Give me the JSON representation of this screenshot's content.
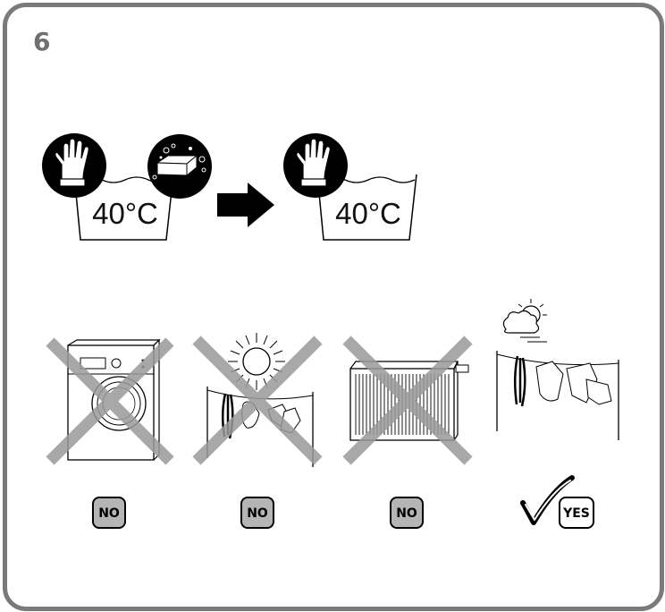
{
  "step": {
    "number": "6"
  },
  "wash": {
    "before": {
      "temperature": "40°C",
      "icons": [
        "glove-hand-icon",
        "soap-bar-icon"
      ]
    },
    "after": {
      "temperature": "40°C",
      "icons": [
        "glove-hand-icon"
      ]
    },
    "arrow_icon": "arrow-right-icon"
  },
  "drying": [
    {
      "icon": "washing-machine-icon",
      "verdict": "NO",
      "crossed": true
    },
    {
      "icon": "sun-drying-icon",
      "verdict": "NO",
      "crossed": true
    },
    {
      "icon": "radiator-icon",
      "verdict": "NO",
      "crossed": true
    },
    {
      "icon": "cloudy-wind-line-drying-icon",
      "verdict": "YES",
      "crossed": false
    }
  ],
  "colors": {
    "frame": "#7a7a7a",
    "cross": "#9a9a9a",
    "badge_fill": "#b5b5b5"
  }
}
